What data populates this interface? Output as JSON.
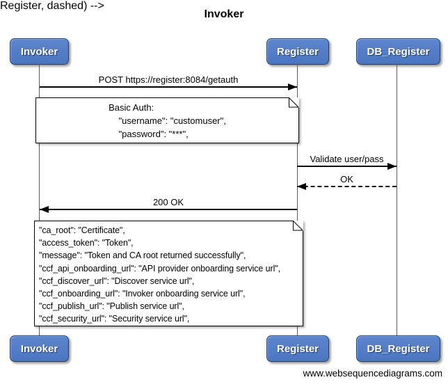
{
  "title": "Invoker",
  "actors": {
    "invoker": "Invoker",
    "register": "Register",
    "db_register": "DB_Register"
  },
  "messages": {
    "getauth": "POST https://register:8084/getauth",
    "validate": "Validate user/pass",
    "ok": "OK",
    "response": "200 OK"
  },
  "notes": {
    "basic_auth": "Basic Auth:\n    \"username\": \"customuser\",\n    \"password\": \"***\",",
    "auth_response": "\"ca_root\": \"Certificate\",\n\"access_token\": \"Token\",\n\"message\": \"Token and CA root returned successfully\",\n\"ccf_api_onboarding_url\": \"API provider onboarding service url\",\n\"ccf_discover_url\": \"Discover service url\",\n\"ccf_onboarding_url\": \"Invoker onboarding service url\",\n\"ccf_publish_url\": \"Publish service url\",\n\"ccf_security_url\": \"Security service url\","
  },
  "watermark": "www.websequencediagrams.com",
  "colors": {
    "actor_fill": "#4e79c4",
    "actor_border": "#20406f",
    "line": "#000000",
    "lifeline": "#5a5a5a"
  }
}
